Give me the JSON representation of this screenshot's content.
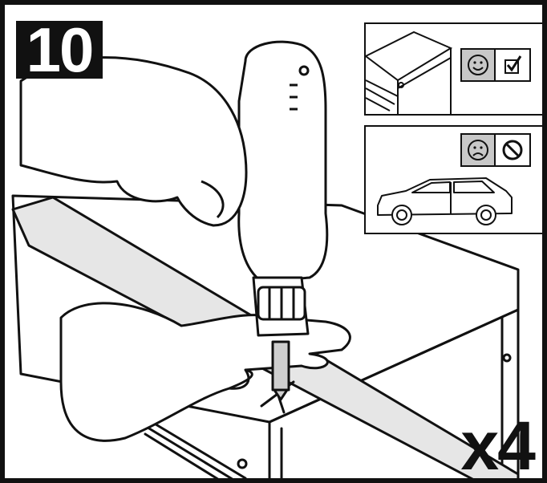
{
  "step_number": "10",
  "repeat_count": "x4",
  "panels": [
    {
      "name": "correct-method",
      "face": "happy",
      "mark": "checkmark"
    },
    {
      "name": "incorrect-method",
      "face": "sad",
      "mark": "prohibited"
    }
  ],
  "icons": [
    "drill-icon",
    "smiley-icon",
    "checkbox-check-icon",
    "frown-icon",
    "no-sign-icon",
    "car-icon"
  ],
  "colors": {
    "line": "#111111",
    "highlight": "#e6e6e6",
    "badge_bg": "#c8c8c8"
  }
}
